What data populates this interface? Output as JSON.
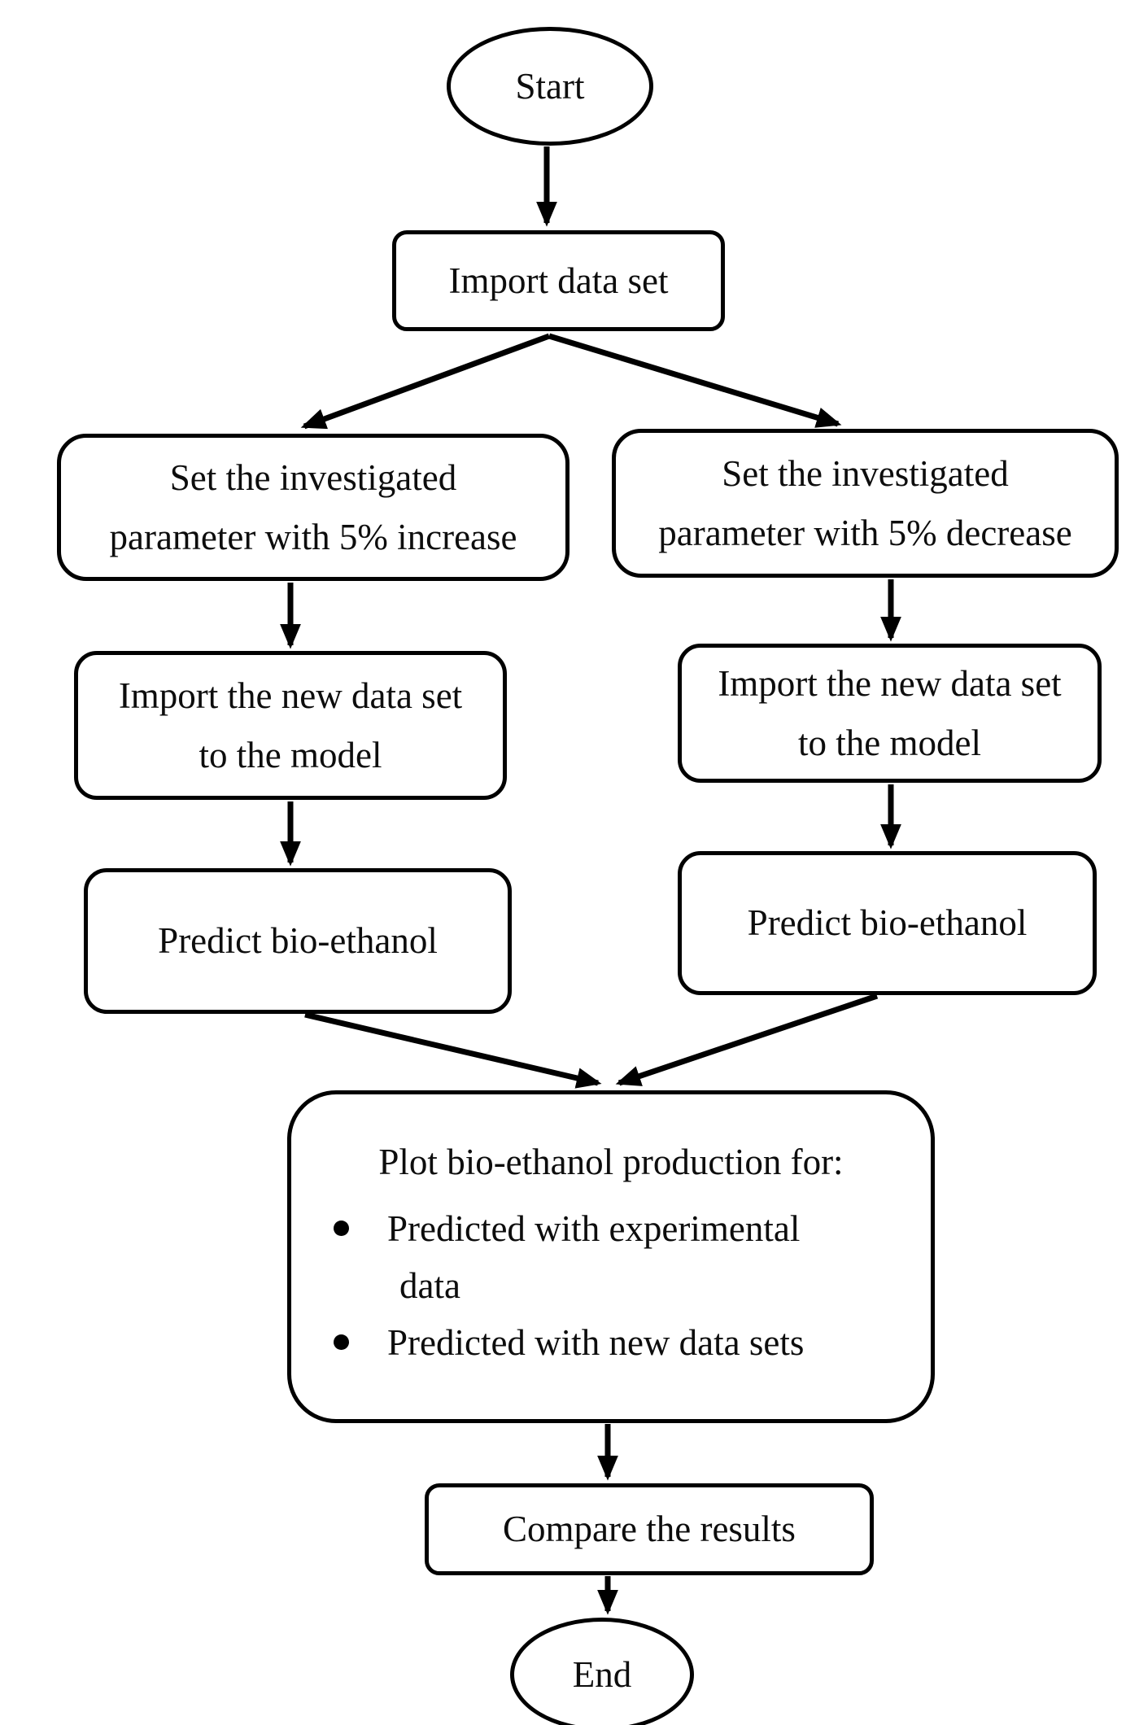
{
  "style": {
    "background": "#ffffff",
    "stroke": "#000000",
    "text": "#0d0d0d"
  },
  "nodes": {
    "start": {
      "label": "Start",
      "shape": "oval"
    },
    "import_data": {
      "label": "Import data set",
      "shape": "rounded-rect"
    },
    "increase": {
      "line1": "Set the investigated",
      "line2": "parameter with 5% increase",
      "shape": "rounded-rect"
    },
    "decrease": {
      "line1": "Set the investigated",
      "line2": "parameter with 5% decrease",
      "shape": "rounded-rect"
    },
    "import_new_left": {
      "line1": "Import the new data set",
      "line2": "to the model",
      "shape": "rounded-rect"
    },
    "import_new_right": {
      "line1": "Import the new data set",
      "line2": "to the model",
      "shape": "rounded-rect"
    },
    "predict_left": {
      "label": "Predict bio-ethanol",
      "shape": "rounded-rect"
    },
    "predict_right": {
      "label": "Predict bio-ethanol",
      "shape": "rounded-rect"
    },
    "plot": {
      "heading": "Plot bio-ethanol production for:",
      "bullet1_line1": "Predicted with experimental",
      "bullet1_line2": "data",
      "bullet2": "Predicted with new data sets",
      "shape": "rounded-rect"
    },
    "compare": {
      "label": "Compare the results",
      "shape": "rounded-rect"
    },
    "end": {
      "label": "End",
      "shape": "oval"
    }
  },
  "edges": [
    {
      "from": "start",
      "to": "import_data"
    },
    {
      "from": "import_data",
      "to": "increase"
    },
    {
      "from": "import_data",
      "to": "decrease"
    },
    {
      "from": "increase",
      "to": "import_new_left"
    },
    {
      "from": "decrease",
      "to": "import_new_right"
    },
    {
      "from": "import_new_left",
      "to": "predict_left"
    },
    {
      "from": "import_new_right",
      "to": "predict_right"
    },
    {
      "from": "predict_left",
      "to": "plot"
    },
    {
      "from": "predict_right",
      "to": "plot"
    },
    {
      "from": "plot",
      "to": "compare"
    },
    {
      "from": "compare",
      "to": "end"
    }
  ]
}
